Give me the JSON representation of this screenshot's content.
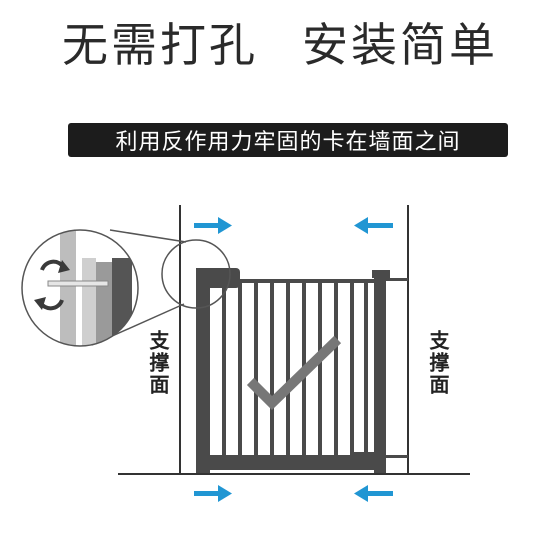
{
  "headline": {
    "left": "无需打孔",
    "right": "安装简单"
  },
  "subtitle": "利用反作用力牢固的卡在墙面之间",
  "side_labels": {
    "left": "支撑面",
    "right": "支撑面"
  },
  "colors": {
    "arrow": "#2196d3",
    "gate": "#4a4a4a",
    "line": "#333333",
    "bar": "#1c1c1c"
  },
  "icons": [
    "arrow-right-icon",
    "arrow-left-icon",
    "checkmark-icon",
    "rotate-icon"
  ]
}
